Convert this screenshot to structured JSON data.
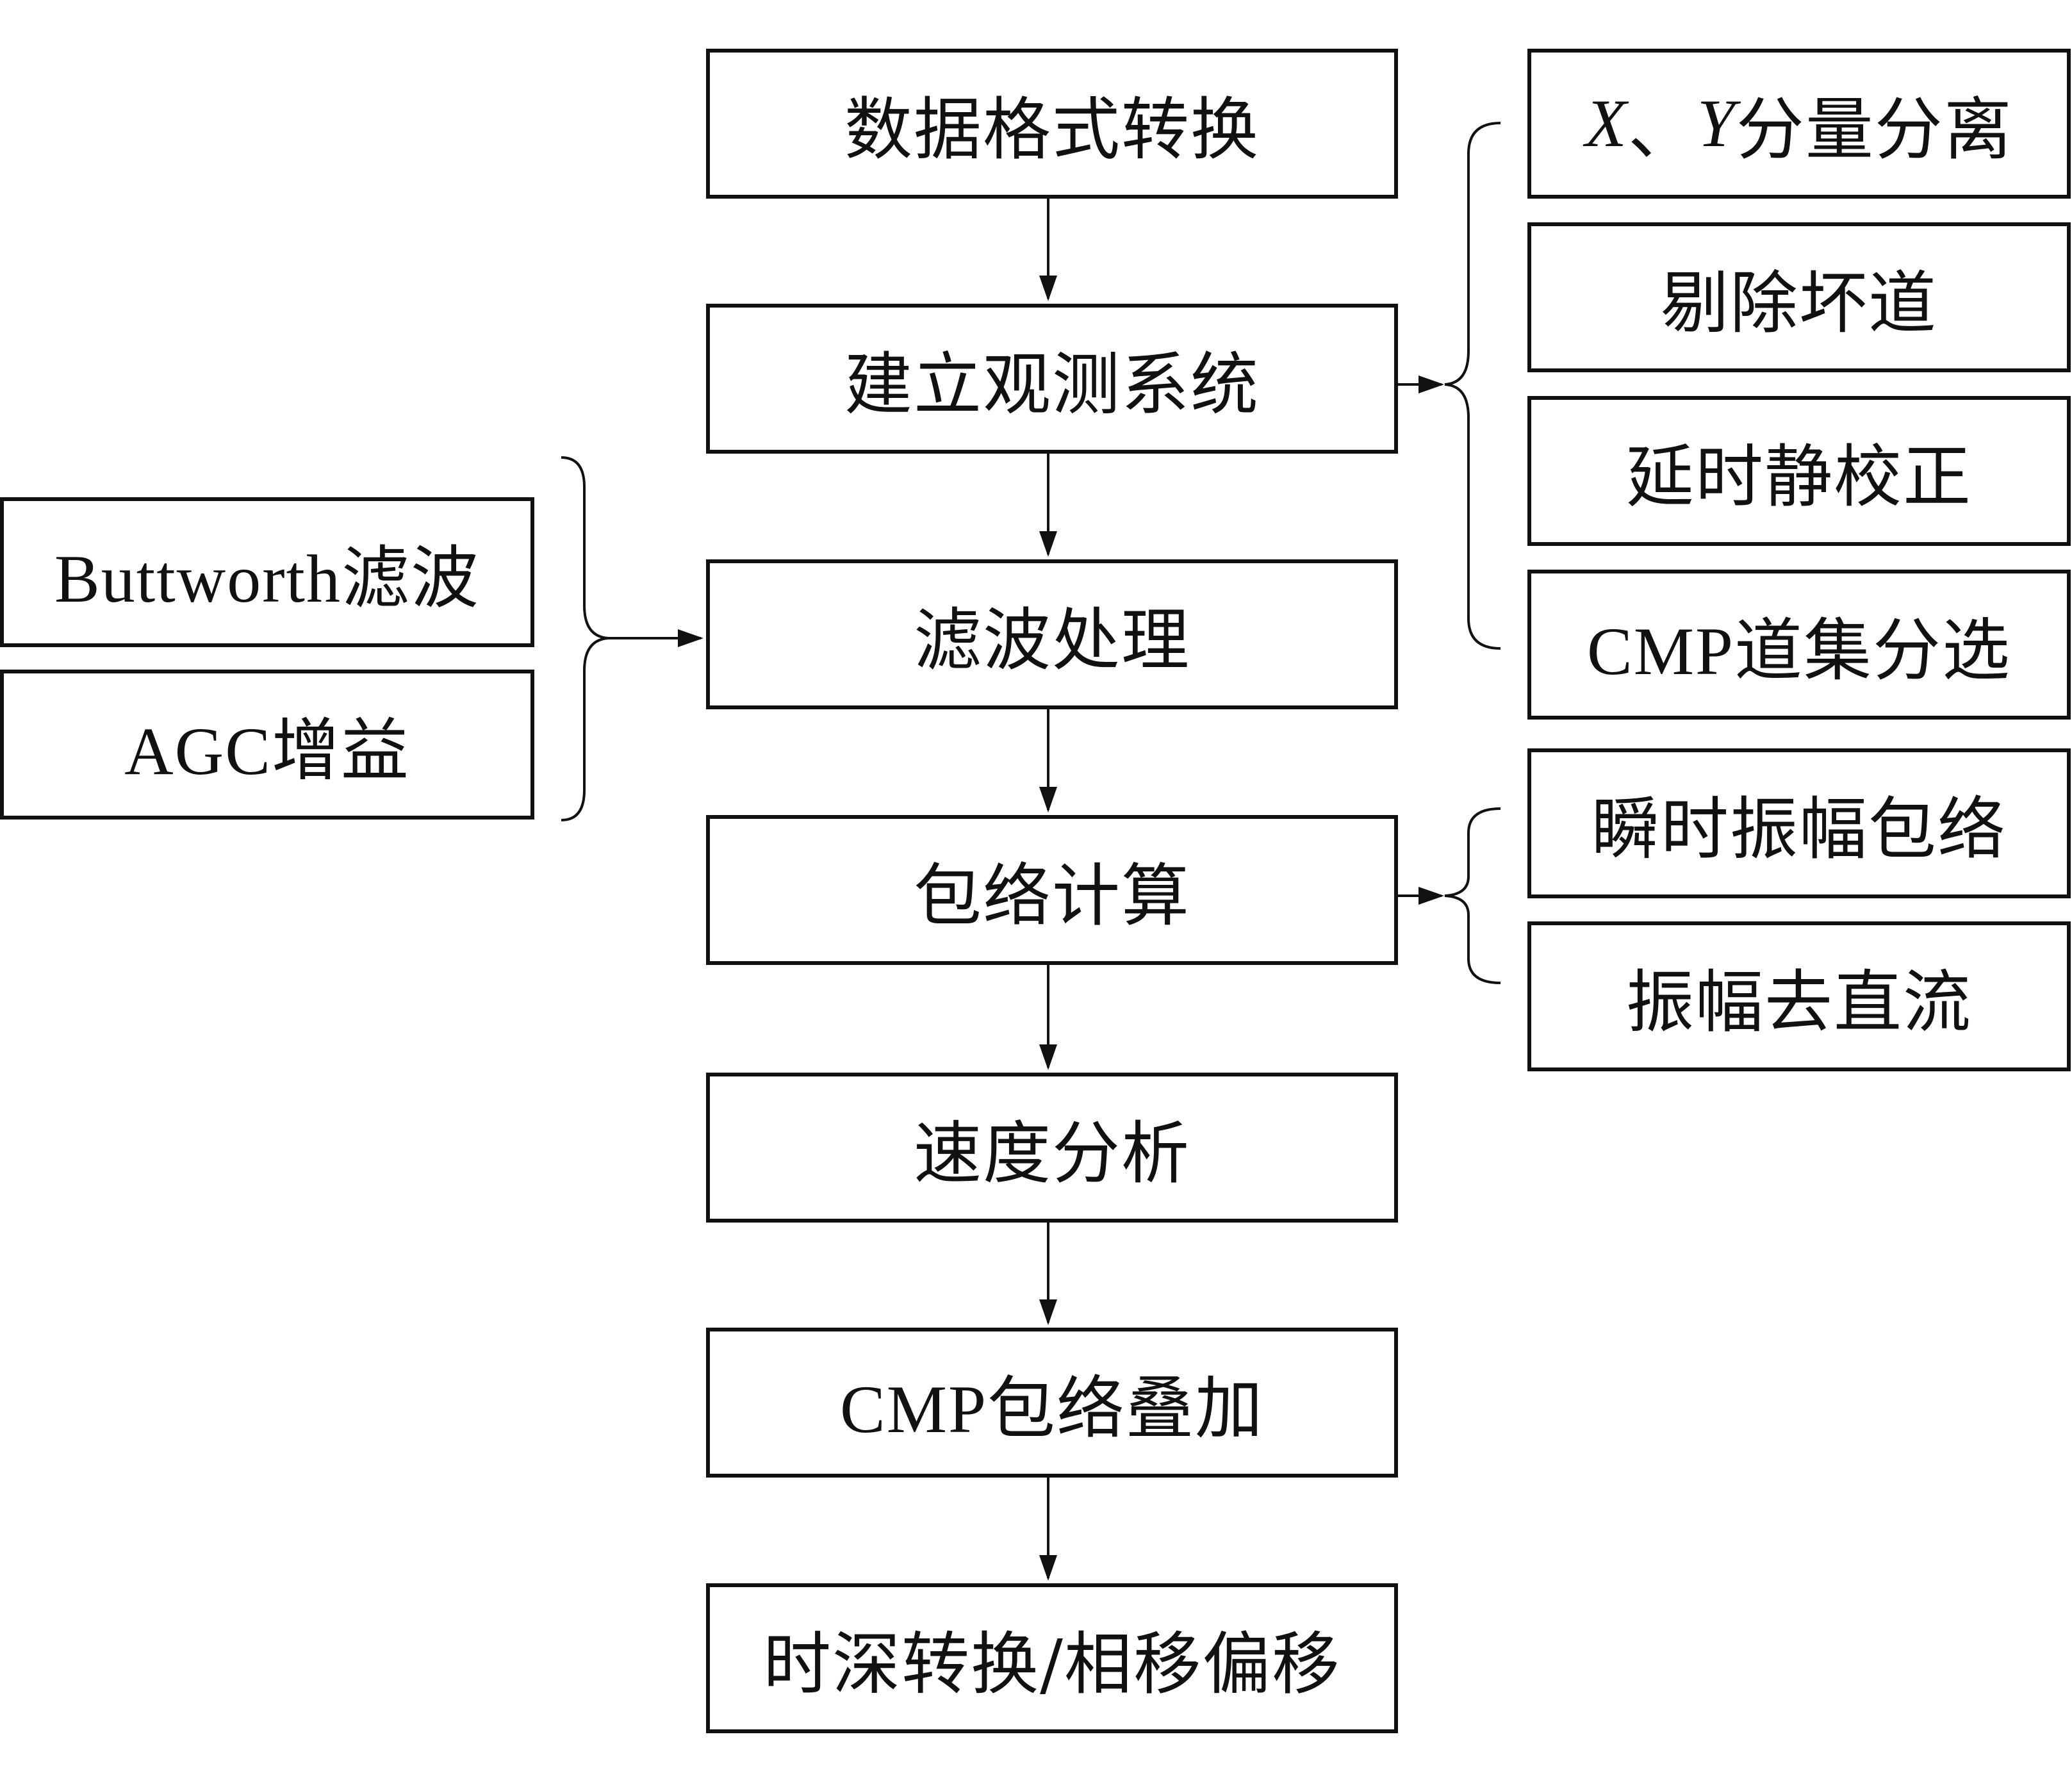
{
  "flow": {
    "steps": [
      {
        "label": "数据格式转换"
      },
      {
        "label": "建立观测系统"
      },
      {
        "label": "滤波处理"
      },
      {
        "label": "包络计算"
      },
      {
        "label": "速度分析"
      },
      {
        "label": "CMP包络叠加"
      },
      {
        "label": "时深转换/相移偏移"
      }
    ]
  },
  "observation_subitems": {
    "xy_var_x": "X",
    "xy_sep": "、",
    "xy_var_y": "Y",
    "xy_rest": "分量分离",
    "remove_bad_traces": "剔除坏道",
    "delay_static_correction": "延时静校正",
    "cmp_gather_sorting": "CMP道集分选"
  },
  "filter_subitems": {
    "butterworth": "Buttworth滤波",
    "agc": "AGC增益"
  },
  "envelope_subitems": {
    "instant_amplitude_envelope": "瞬时振幅包络",
    "amplitude_dc_removal": "振幅去直流"
  },
  "colors": {
    "stroke": "#111111",
    "background": "#ffffff"
  }
}
